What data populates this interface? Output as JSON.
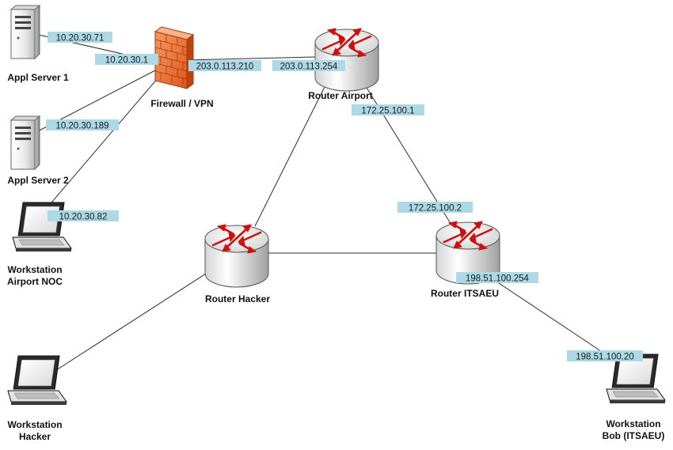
{
  "nodes": {
    "appl_server_1": {
      "label": "Appl Server 1"
    },
    "appl_server_2": {
      "label": "Appl Server 2"
    },
    "workstation_airport_noc": {
      "label_line1": "Workstation",
      "label_line2": "Airport NOC"
    },
    "firewall_vpn": {
      "label": "Firewall / VPN"
    },
    "router_airport": {
      "label": "Router Airport"
    },
    "router_hacker": {
      "label": "Router Hacker"
    },
    "router_itsaeu": {
      "label": "Router ITSAEU"
    },
    "workstation_hacker": {
      "label_line1": "Workstation",
      "label_line2": "Hacker"
    },
    "workstation_bob": {
      "label_line1": "Workstation",
      "label_line2": "Bob (ITSAEU)"
    }
  },
  "ip_labels": {
    "appl_server_1": "10.20.30.71",
    "firewall_inside": "10.20.30.1",
    "firewall_outside": "203.0.113.210",
    "router_airport_wan": "203.0.113.254",
    "router_airport_itsaeu": "172.25.100.1",
    "appl_server_2": "10.20.30.189",
    "workstation_airport_noc": "10.20.30.82",
    "router_itsaeu_airport": "172.25.100.2",
    "router_itsaeu_bob": "198.51.100.254",
    "workstation_bob": "198.51.100.20"
  },
  "colors": {
    "ip_label_fill": "#add8e6",
    "firewall_brick": "#f07a3a",
    "router_red": "#cc1111"
  },
  "icons": {
    "server": "server-icon",
    "laptop": "laptop-icon",
    "firewall": "firewall-icon",
    "router": "router-icon"
  }
}
